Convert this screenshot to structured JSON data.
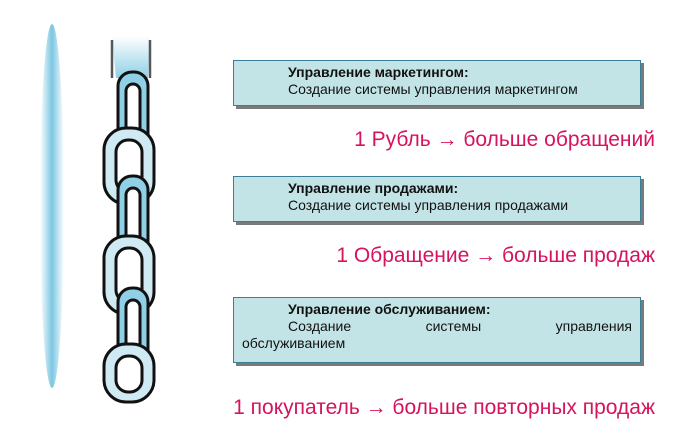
{
  "blocks": [
    {
      "title": "Управление маркетингом:",
      "text": "Создание системы управления маркетингом",
      "result": "1 Рубль → больше обращений"
    },
    {
      "title": "Управление продажами:",
      "text": "Создание системы управления продажами",
      "result": "1 Обращение → больше продаж"
    },
    {
      "title": "Управление обслуживанием:",
      "text_line1": "Создание системы управления",
      "text_line2": "обслуживанием",
      "result": "1 покупатель → больше повторных продаж"
    }
  ],
  "colors": {
    "box_fill": "#c3e4e6",
    "box_border": "#3a7f95",
    "result_text": "#d6135e",
    "chain_link": "#8fd0e6",
    "glow": "#7cc7e2"
  },
  "icons": [
    "light-glow-icon",
    "chain-icon"
  ]
}
